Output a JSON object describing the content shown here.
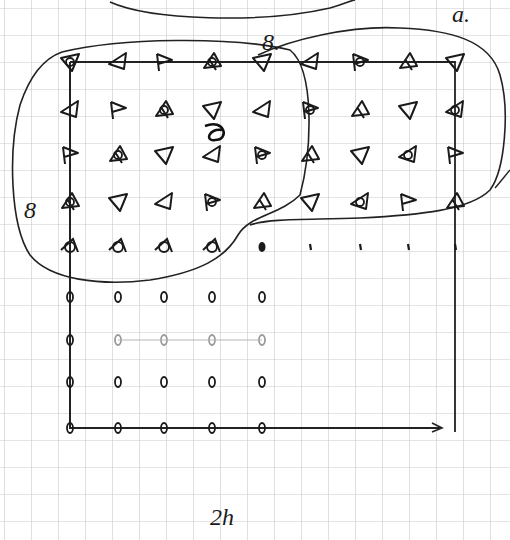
{
  "diagram": {
    "labels": [
      "a.",
      "8.",
      "8",
      "2h"
    ]
  }
}
